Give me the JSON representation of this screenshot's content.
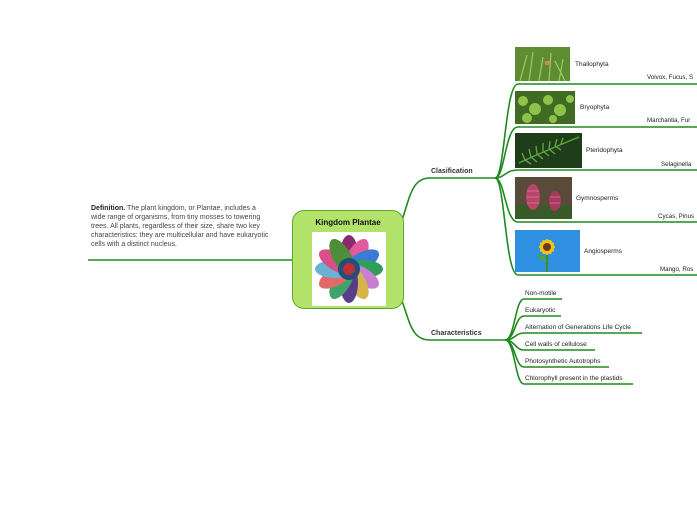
{
  "central": {
    "title": "Kingdom Plantae",
    "image": "plant-mosaic-image"
  },
  "definition": {
    "label": "Definition.",
    "text": " The plant kingdom, or Plantae, includes a wide range of organisms, from tiny mosses to towering trees. All plants, regardless of their size, share two key characteristics: they are multicellular and have eukaryotic cells with a distinct nucleus."
  },
  "classification": {
    "label": "Clasification",
    "items": [
      {
        "name": "Thallophyta",
        "examples": "Volvox, Fucus, S",
        "image": "thallophyta-photo"
      },
      {
        "name": "Bryophyta",
        "examples": "Marchantia, Fur",
        "image": "bryophyta-photo"
      },
      {
        "name": "Pteridophyta",
        "examples": "Selaginella",
        "image": "pteridophyta-photo"
      },
      {
        "name": "Gymnosperms",
        "examples": "Cycas, Pinus",
        "image": "gymnosperms-photo"
      },
      {
        "name": "Angiosperms",
        "examples": "Mango, Ros",
        "image": "angiosperms-photo"
      }
    ]
  },
  "characteristics": {
    "label": "Characteristics",
    "items": [
      "Non-motile",
      "Eukaryotic",
      "Alternation of Generations Life Cycle",
      "Cell walls of cellulose",
      "Photosynthetic Autotrophs",
      "Chlorophyll present in the plastids"
    ]
  },
  "colors": {
    "branch": "#1e8a1e",
    "central_fill": "#b3e26a",
    "central_border": "#5aa82e"
  }
}
